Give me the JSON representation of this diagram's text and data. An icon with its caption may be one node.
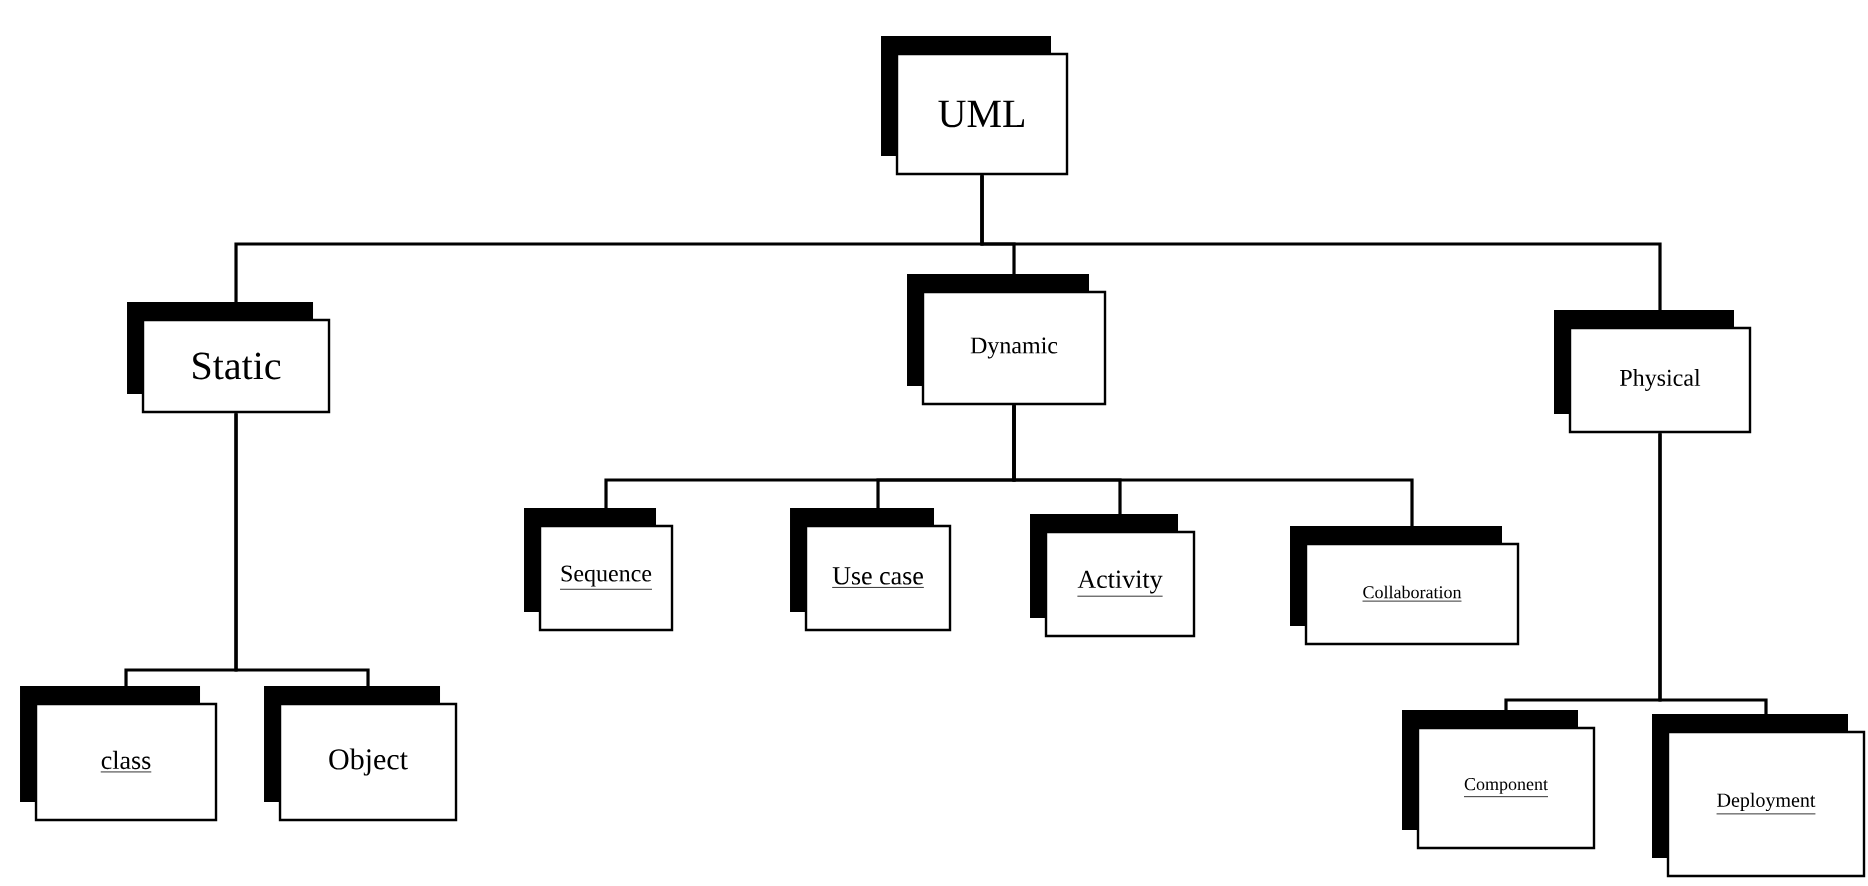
{
  "diagram": {
    "nodes": [
      {
        "text": [
          "UML"
        ]
      },
      {
        "text": [
          "Static"
        ]
      },
      {
        "text": [
          "Dynamic"
        ]
      },
      {
        "text": [
          "Physical"
        ]
      },
      {
        "text": [
          "Sequence"
        ]
      },
      {
        "text": [
          "Use case"
        ]
      },
      {
        "text": [
          "Activity"
        ]
      },
      {
        "text": [
          "Collaboration"
        ]
      },
      {
        "text": [
          "class"
        ]
      },
      {
        "text": [
          "Object"
        ]
      },
      {
        "text": [
          "Component"
        ]
      },
      {
        "text": [
          "Deployment"
        ]
      }
    ],
    "edges": [
      {
        "from": 0,
        "to": 1,
        "arrow": "none"
      },
      {
        "from": 0,
        "to": 2,
        "arrow": "none"
      },
      {
        "from": 0,
        "to": 3,
        "arrow": "none"
      },
      {
        "from": 2,
        "to": 4,
        "arrow": "none"
      },
      {
        "from": 2,
        "to": 5,
        "arrow": "none"
      },
      {
        "from": 2,
        "to": 6,
        "arrow": "none"
      },
      {
        "from": 2,
        "to": 7,
        "arrow": "none"
      },
      {
        "from": 1,
        "to": 8,
        "arrow": "none"
      },
      {
        "from": 1,
        "to": 9,
        "arrow": "none"
      },
      {
        "from": 3,
        "to": 10,
        "arrow": "none"
      },
      {
        "from": 3,
        "to": 11,
        "arrow": "none"
      }
    ]
  }
}
